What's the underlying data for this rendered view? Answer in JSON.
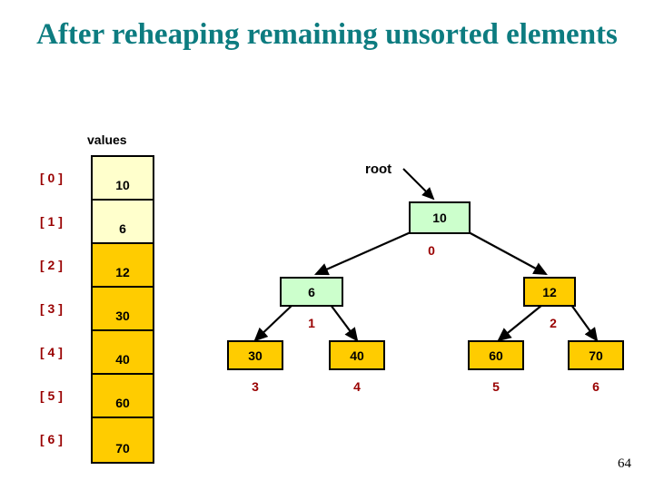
{
  "slide": {
    "title": "After reheaping remaining unsorted elements",
    "page_number": "64"
  },
  "array": {
    "label": "values",
    "cells": [
      {
        "index": "[ 0 ]",
        "value": "10",
        "fill": "pale"
      },
      {
        "index": "[ 1 ]",
        "value": "6",
        "fill": "pale"
      },
      {
        "index": "[ 2 ]",
        "value": "12",
        "fill": "gold"
      },
      {
        "index": "[ 3 ]",
        "value": "30",
        "fill": "gold"
      },
      {
        "index": "[ 4 ]",
        "value": "40",
        "fill": "gold"
      },
      {
        "index": "[ 5 ]",
        "value": "60",
        "fill": "gold"
      },
      {
        "index": "[ 6 ]",
        "value": "70",
        "fill": "gold"
      }
    ]
  },
  "tree": {
    "root_label": "root",
    "nodes": [
      {
        "value": "10",
        "idx": "0",
        "fill": "green"
      },
      {
        "value": "6",
        "idx": "1",
        "fill": "green"
      },
      {
        "value": "12",
        "idx": "2",
        "fill": "gold"
      },
      {
        "value": "30",
        "idx": "3",
        "fill": "gold"
      },
      {
        "value": "40",
        "idx": "4",
        "fill": "gold"
      },
      {
        "value": "60",
        "idx": "5",
        "fill": "gold"
      },
      {
        "value": "70",
        "idx": "6",
        "fill": "gold"
      }
    ]
  },
  "colors": {
    "title_teal": "#0d7c80",
    "index_red": "#990000",
    "node_green": "#ccffcc",
    "node_gold": "#ffcc00",
    "cell_pale": "#ffffcc",
    "outline_black": "#000000"
  }
}
